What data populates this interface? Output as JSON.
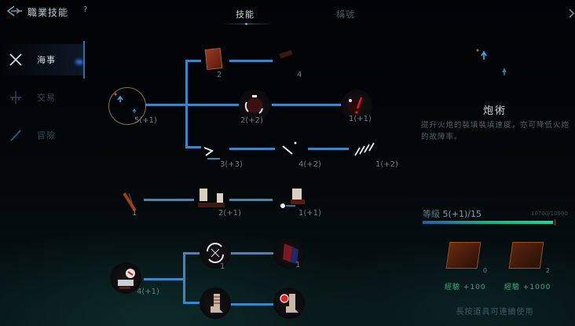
{
  "header": {
    "title": "職業技能",
    "help_label": "?",
    "tabs": [
      {
        "label": "技能",
        "active": true
      },
      {
        "label": "稱號",
        "active": false
      }
    ]
  },
  "sidebar": {
    "items": [
      {
        "label": "海事",
        "icon": "crossed-swords-icon",
        "active": true
      },
      {
        "label": "交易",
        "icon": "scale-icon",
        "active": false
      },
      {
        "label": "冒險",
        "icon": "spyglass-icon",
        "active": false
      }
    ]
  },
  "skill_tree": {
    "nodes": [
      {
        "id": "gunnery",
        "level": "5(+1)",
        "selected": true
      },
      {
        "id": "book-top",
        "level": "2"
      },
      {
        "id": "repair-kit",
        "level": "4"
      },
      {
        "id": "cannon-speed",
        "level": "2(+2)"
      },
      {
        "id": "cannon-crit",
        "level": "1(+1)"
      },
      {
        "id": "boarding-hooks",
        "level": "3(+3)"
      },
      {
        "id": "grapple",
        "level": "4(+2)"
      },
      {
        "id": "triple-hooks",
        "level": "1(+2)"
      },
      {
        "id": "sail-mast",
        "level": "1"
      },
      {
        "id": "sail-speed",
        "level": "2(+1)"
      },
      {
        "id": "sail-turn",
        "level": "1(+1)"
      },
      {
        "id": "crew-cannon",
        "level": "4(+1)"
      },
      {
        "id": "swap-weapons",
        "level": "1"
      },
      {
        "id": "flag",
        "level": "1"
      },
      {
        "id": "boots",
        "level": ""
      },
      {
        "id": "boots-heal",
        "level": ""
      }
    ]
  },
  "detail": {
    "skill_name": "炮術",
    "description": "提升火炮的裝填裝填速度，亦可降低火炮的故障率。",
    "level_label": "等級",
    "level_value": "5(+1)/15",
    "exp_text": "10700/10900",
    "exp_percent": 98,
    "books": [
      {
        "count": "0",
        "label": "經驗 +100"
      },
      {
        "count": "2",
        "label": "經驗 +1000"
      }
    ],
    "hint": "長按道具可連續使用"
  },
  "colors": {
    "line": "#3a86c8",
    "exp_start": "#1e5fa8",
    "exp_end": "#22d49a",
    "book_label": "#3fae7e"
  }
}
